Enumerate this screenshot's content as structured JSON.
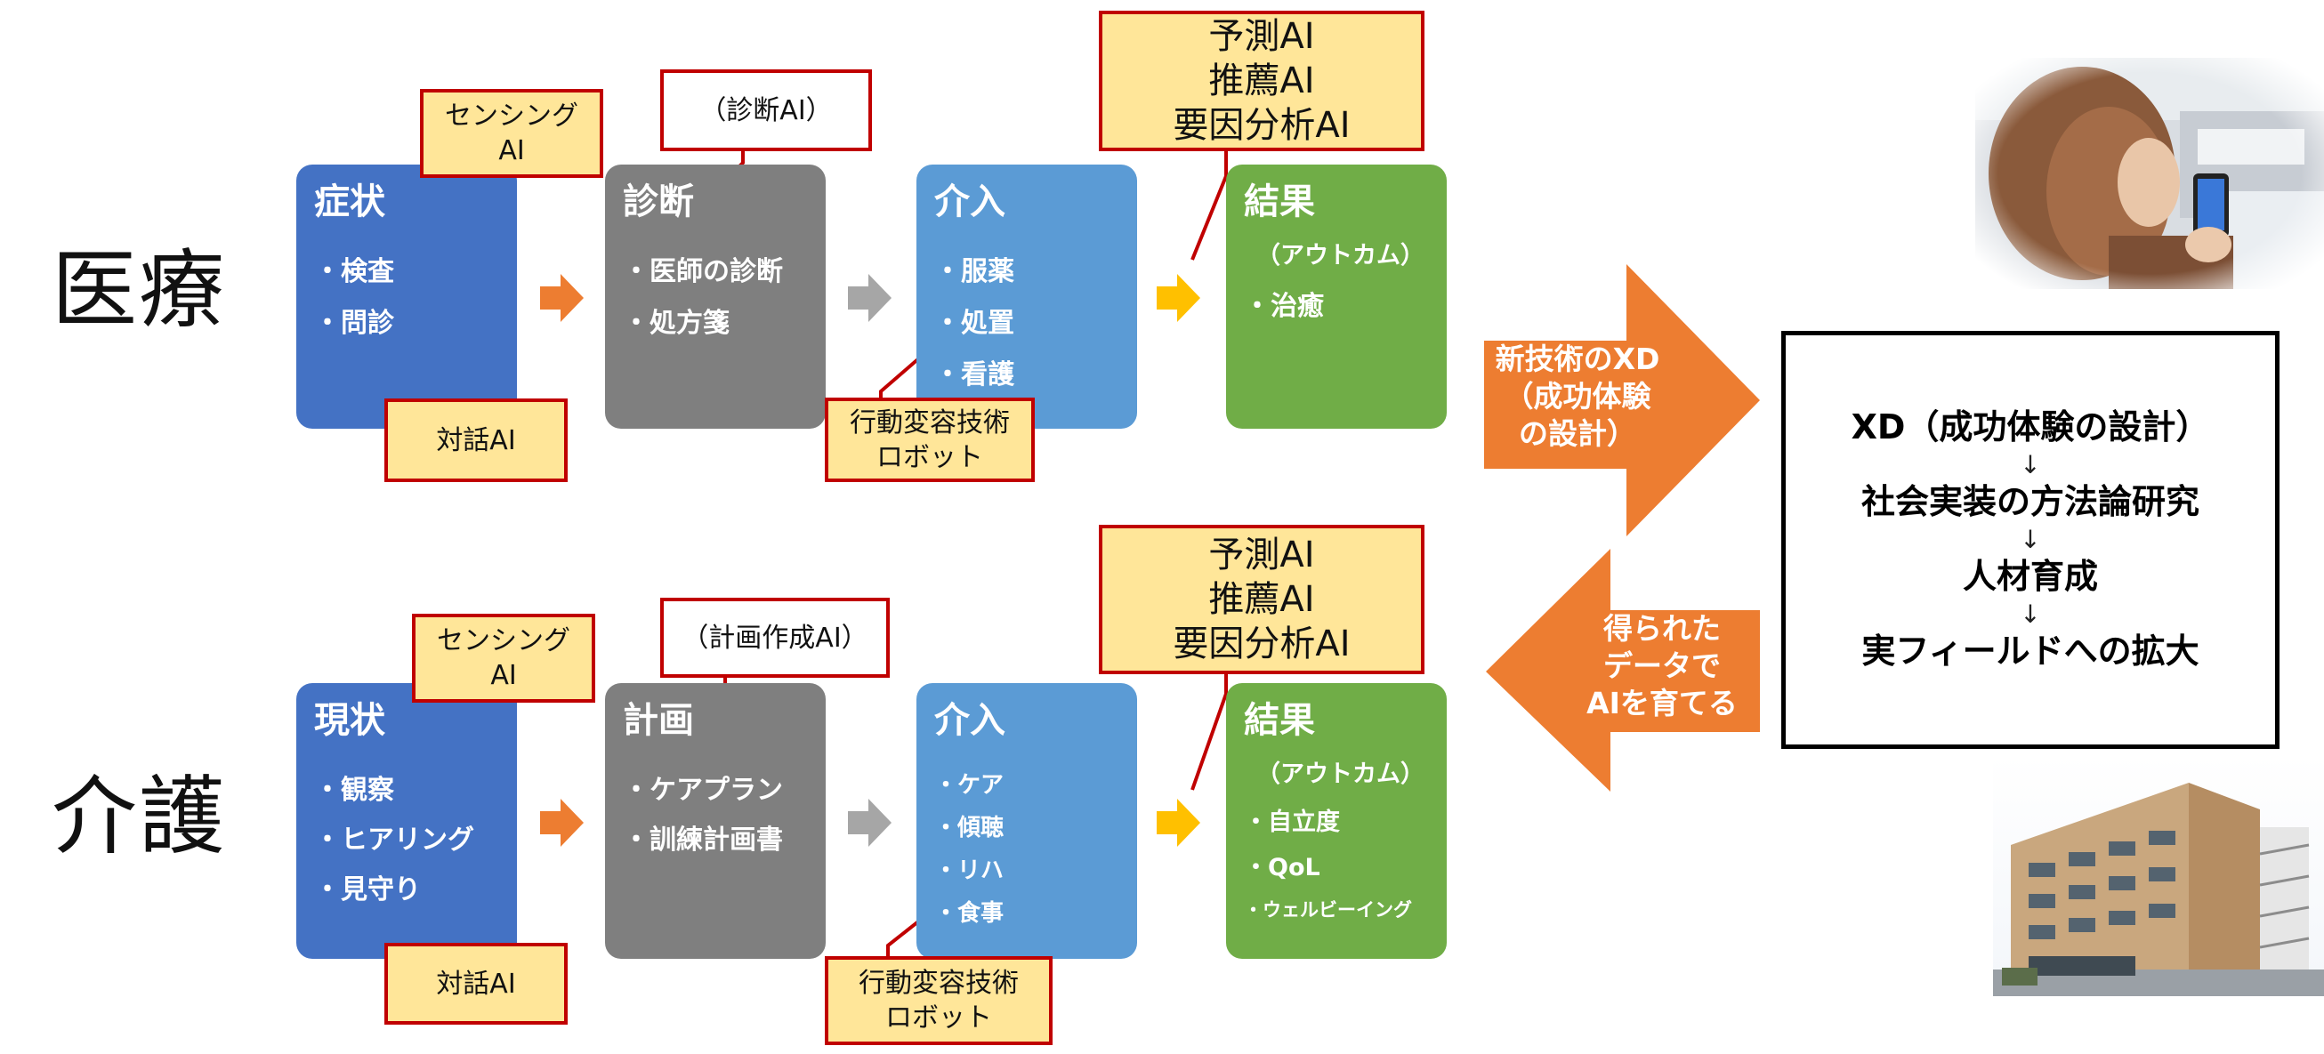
{
  "rows": {
    "medical": {
      "label": "医療",
      "boxes": {
        "symptom": {
          "title": "症状",
          "items": [
            "検査",
            "問診"
          ]
        },
        "diagnosis": {
          "title": "診断",
          "items": [
            "医師の診断",
            "処方箋"
          ]
        },
        "intervention": {
          "title": "介入",
          "items": [
            "服薬",
            "処置",
            "看護"
          ]
        },
        "result": {
          "title": "結果",
          "subtitle": "（アウトカム）",
          "items": [
            "治癒"
          ]
        }
      },
      "callouts": {
        "sensing": [
          "センシング",
          "AI"
        ],
        "dialogue": "対話AI",
        "diag_ai": "（診断AI）",
        "behavior": [
          "行動変容技術",
          "ロボット"
        ],
        "predict": [
          "予測AI",
          "推薦AI",
          "要因分析AI"
        ]
      }
    },
    "care": {
      "label": "介護",
      "boxes": {
        "status": {
          "title": "現状",
          "items": [
            "観察",
            "ヒアリング",
            "見守り"
          ]
        },
        "plan": {
          "title": "計画",
          "items": [
            "ケアプラン",
            "訓練計画書"
          ]
        },
        "intervention": {
          "title": "介入",
          "items": [
            "ケア",
            "傾聴",
            "リハ",
            "食事"
          ]
        },
        "result": {
          "title": "結果",
          "subtitle": "（アウトカム）",
          "items": [
            "自立度",
            "QoL",
            "ウェルビーイング"
          ]
        }
      },
      "callouts": {
        "sensing": [
          "センシング",
          "AI"
        ],
        "dialogue": "対話AI",
        "plan_ai": "（計画作成AI）",
        "behavior": [
          "行動変容技術",
          "ロボット"
        ],
        "predict": [
          "予測AI",
          "推薦AI",
          "要因分析AI"
        ]
      }
    }
  },
  "big_arrows": {
    "right": [
      "新技術のXD",
      "（成功体験",
      "の設計）"
    ],
    "left": [
      "得られた",
      "データで",
      "AIを育てる"
    ]
  },
  "result_box": {
    "steps": [
      "XD（成功体験の設計）",
      "社会実装の方法論研究",
      "人材育成",
      "実フィールドへの拡大"
    ],
    "separator": "↓"
  },
  "colors": {
    "blue": "#4472c4",
    "gray": "#7f7f7f",
    "light_blue": "#5b9bd5",
    "green": "#70ad47",
    "orange": "#ed7d31",
    "yellow_arrow": "#ffc000",
    "callout_fill": "#ffe699",
    "callout_border": "#c00000"
  }
}
